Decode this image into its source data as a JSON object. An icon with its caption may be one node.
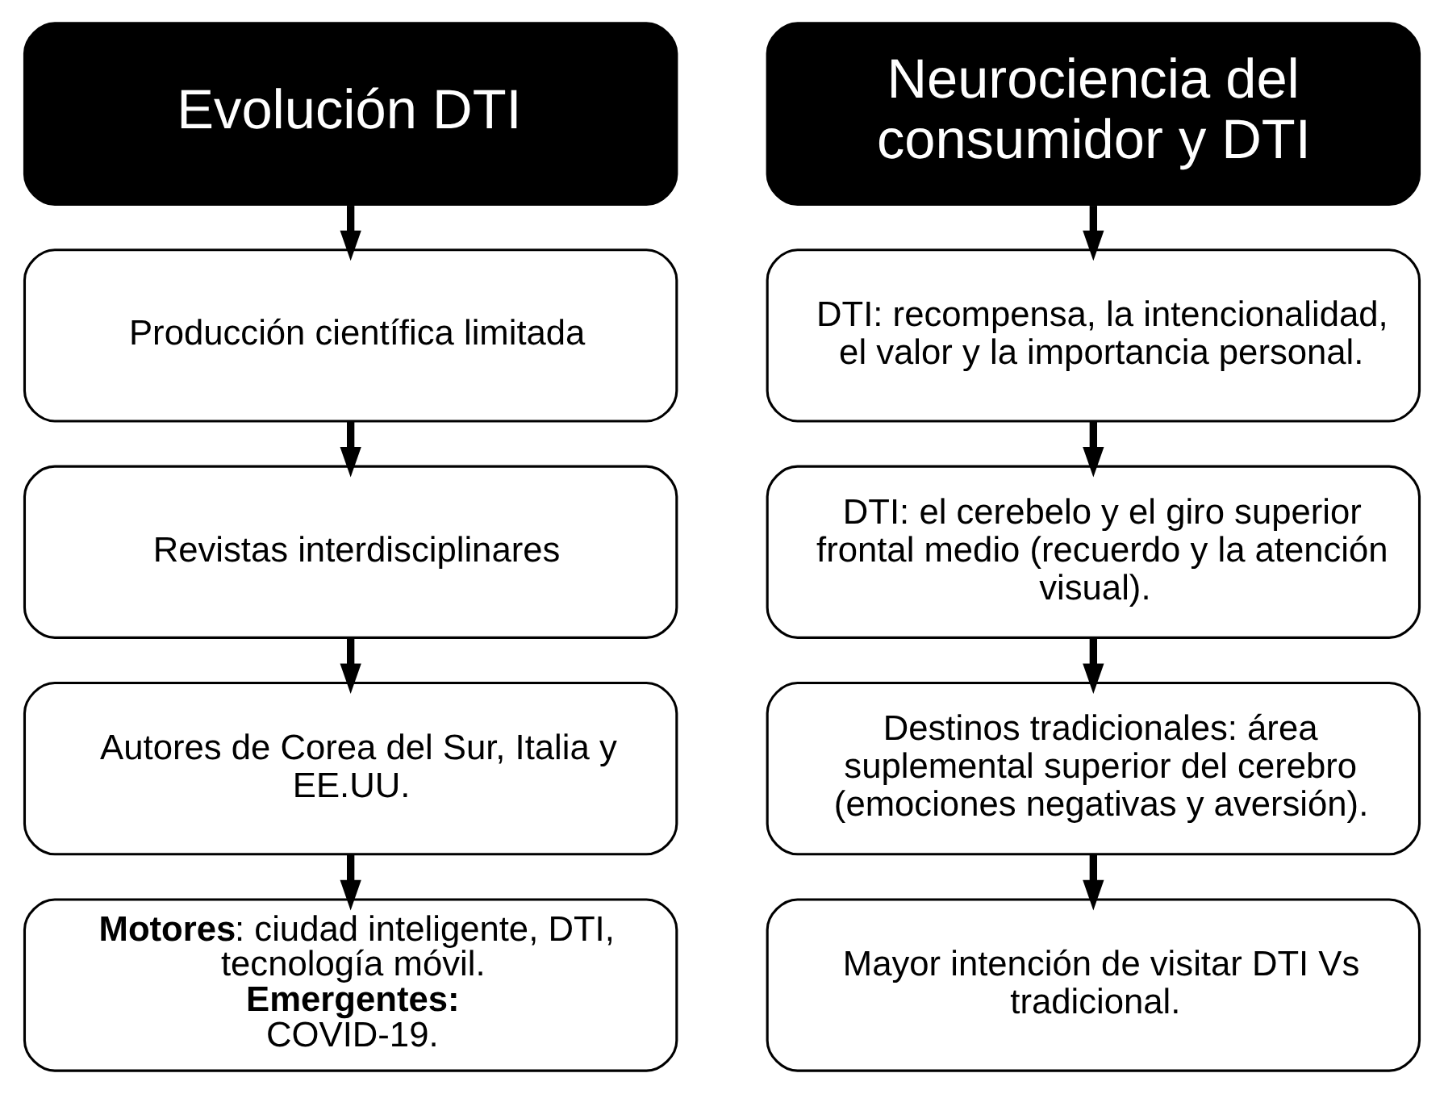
{
  "diagram": {
    "nodes": [
      {
        "text": [
          "Evolución DTI"
        ]
      },
      {
        "text": [
          "Producción científica limitada"
        ]
      },
      {
        "text": [
          "Revistas interdisciplinares"
        ]
      },
      {
        "text": [
          "Autores de Corea del Sur, Italia y EE.UU."
        ]
      },
      {
        "text": [
          "**Motores**: ciudad inteligente, DTI, tecnología móvil. **Emergentes:** COVID-19."
        ]
      },
      {
        "text": [
          "Neurociencia del consumidor y DTI"
        ]
      },
      {
        "text": [
          "DTI: recompensa, la intencionalidad, el valor y la importancia personal."
        ]
      },
      {
        "text": [
          "DTI: el cerebelo y el giro superior frontal medio (recuerdo y la atención visual)."
        ]
      },
      {
        "text": [
          "Destinos tradicionales: área suplemental superior del cerebro (emociones negativas y aversión)."
        ]
      },
      {
        "text": [
          "Mayor intención de visitar DTI Vs tradicional."
        ]
      }
    ],
    "edges": [
      {
        "from": 0,
        "to": 1,
        "arrow": "to"
      },
      {
        "from": 1,
        "to": 2,
        "arrow": "to"
      },
      {
        "from": 2,
        "to": 3,
        "arrow": "to"
      },
      {
        "from": 3,
        "to": 4,
        "arrow": "to"
      },
      {
        "from": 5,
        "to": 6,
        "arrow": "to"
      },
      {
        "from": 6,
        "to": 7,
        "arrow": "to"
      },
      {
        "from": 7,
        "to": 8,
        "arrow": "to"
      },
      {
        "from": 8,
        "to": 9,
        "arrow": "to"
      }
    ]
  }
}
